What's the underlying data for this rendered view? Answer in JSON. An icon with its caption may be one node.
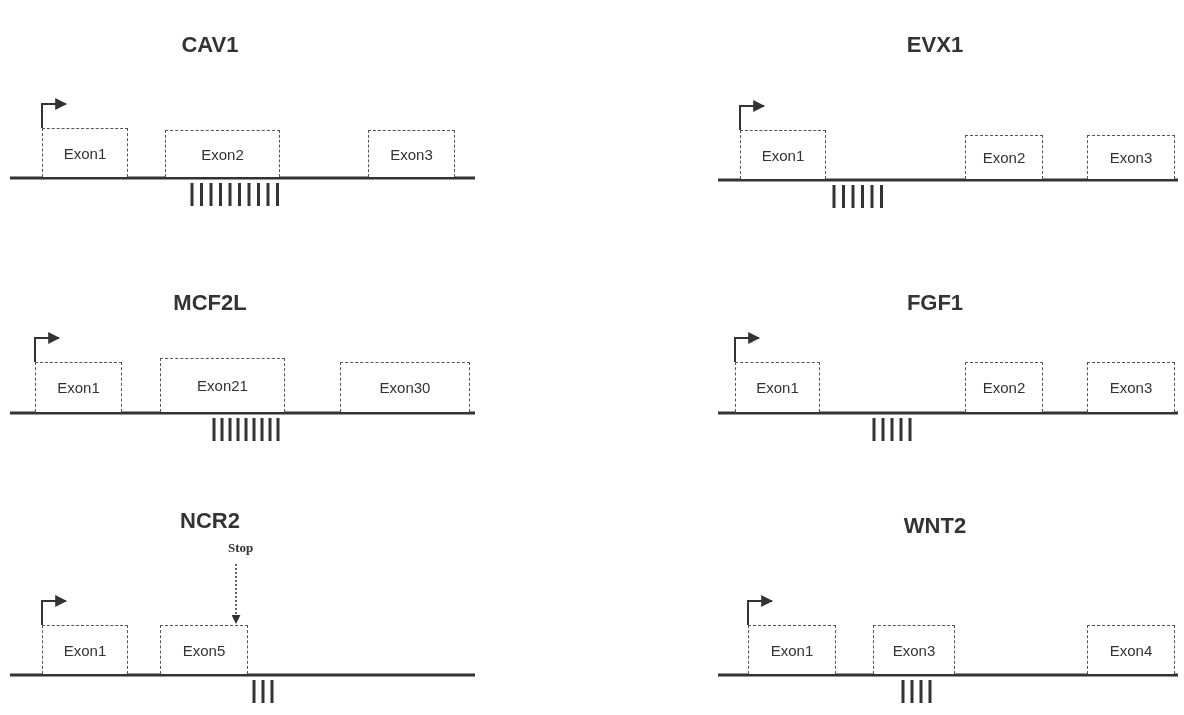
{
  "diagram": {
    "nodes": [
      {
        "text": [
          "Exon1"
        ]
      },
      {
        "text": [
          "Exon2"
        ]
      },
      {
        "text": [
          "Exon3"
        ]
      },
      {
        "text": [
          "Exon1"
        ]
      },
      {
        "text": [
          "Exon2"
        ]
      },
      {
        "text": [
          "Exon3"
        ]
      },
      {
        "text": [
          "Exon1"
        ]
      },
      {
        "text": [
          "Exon21"
        ]
      },
      {
        "text": [
          "Exon30"
        ]
      },
      {
        "text": [
          "Exon1"
        ]
      },
      {
        "text": [
          "Exon2"
        ]
      },
      {
        "text": [
          "Exon3"
        ]
      },
      {
        "text": [
          "Stop"
        ]
      },
      {
        "text": [
          "Exon1"
        ]
      },
      {
        "text": [
          "Exon5"
        ]
      },
      {
        "text": [
          "Exon1"
        ]
      },
      {
        "text": [
          "Exon3"
        ]
      },
      {
        "text": [
          "Exon4"
        ]
      }
    ],
    "edges": [
      {
        "from": 12,
        "to": 14,
        "arrow": "to",
        "style": "dashed"
      }
    ],
    "labels": [
      "CAV1",
      "EVX1",
      "MCF2L",
      "FGF1",
      "NCR2",
      "WNT2"
    ]
  }
}
